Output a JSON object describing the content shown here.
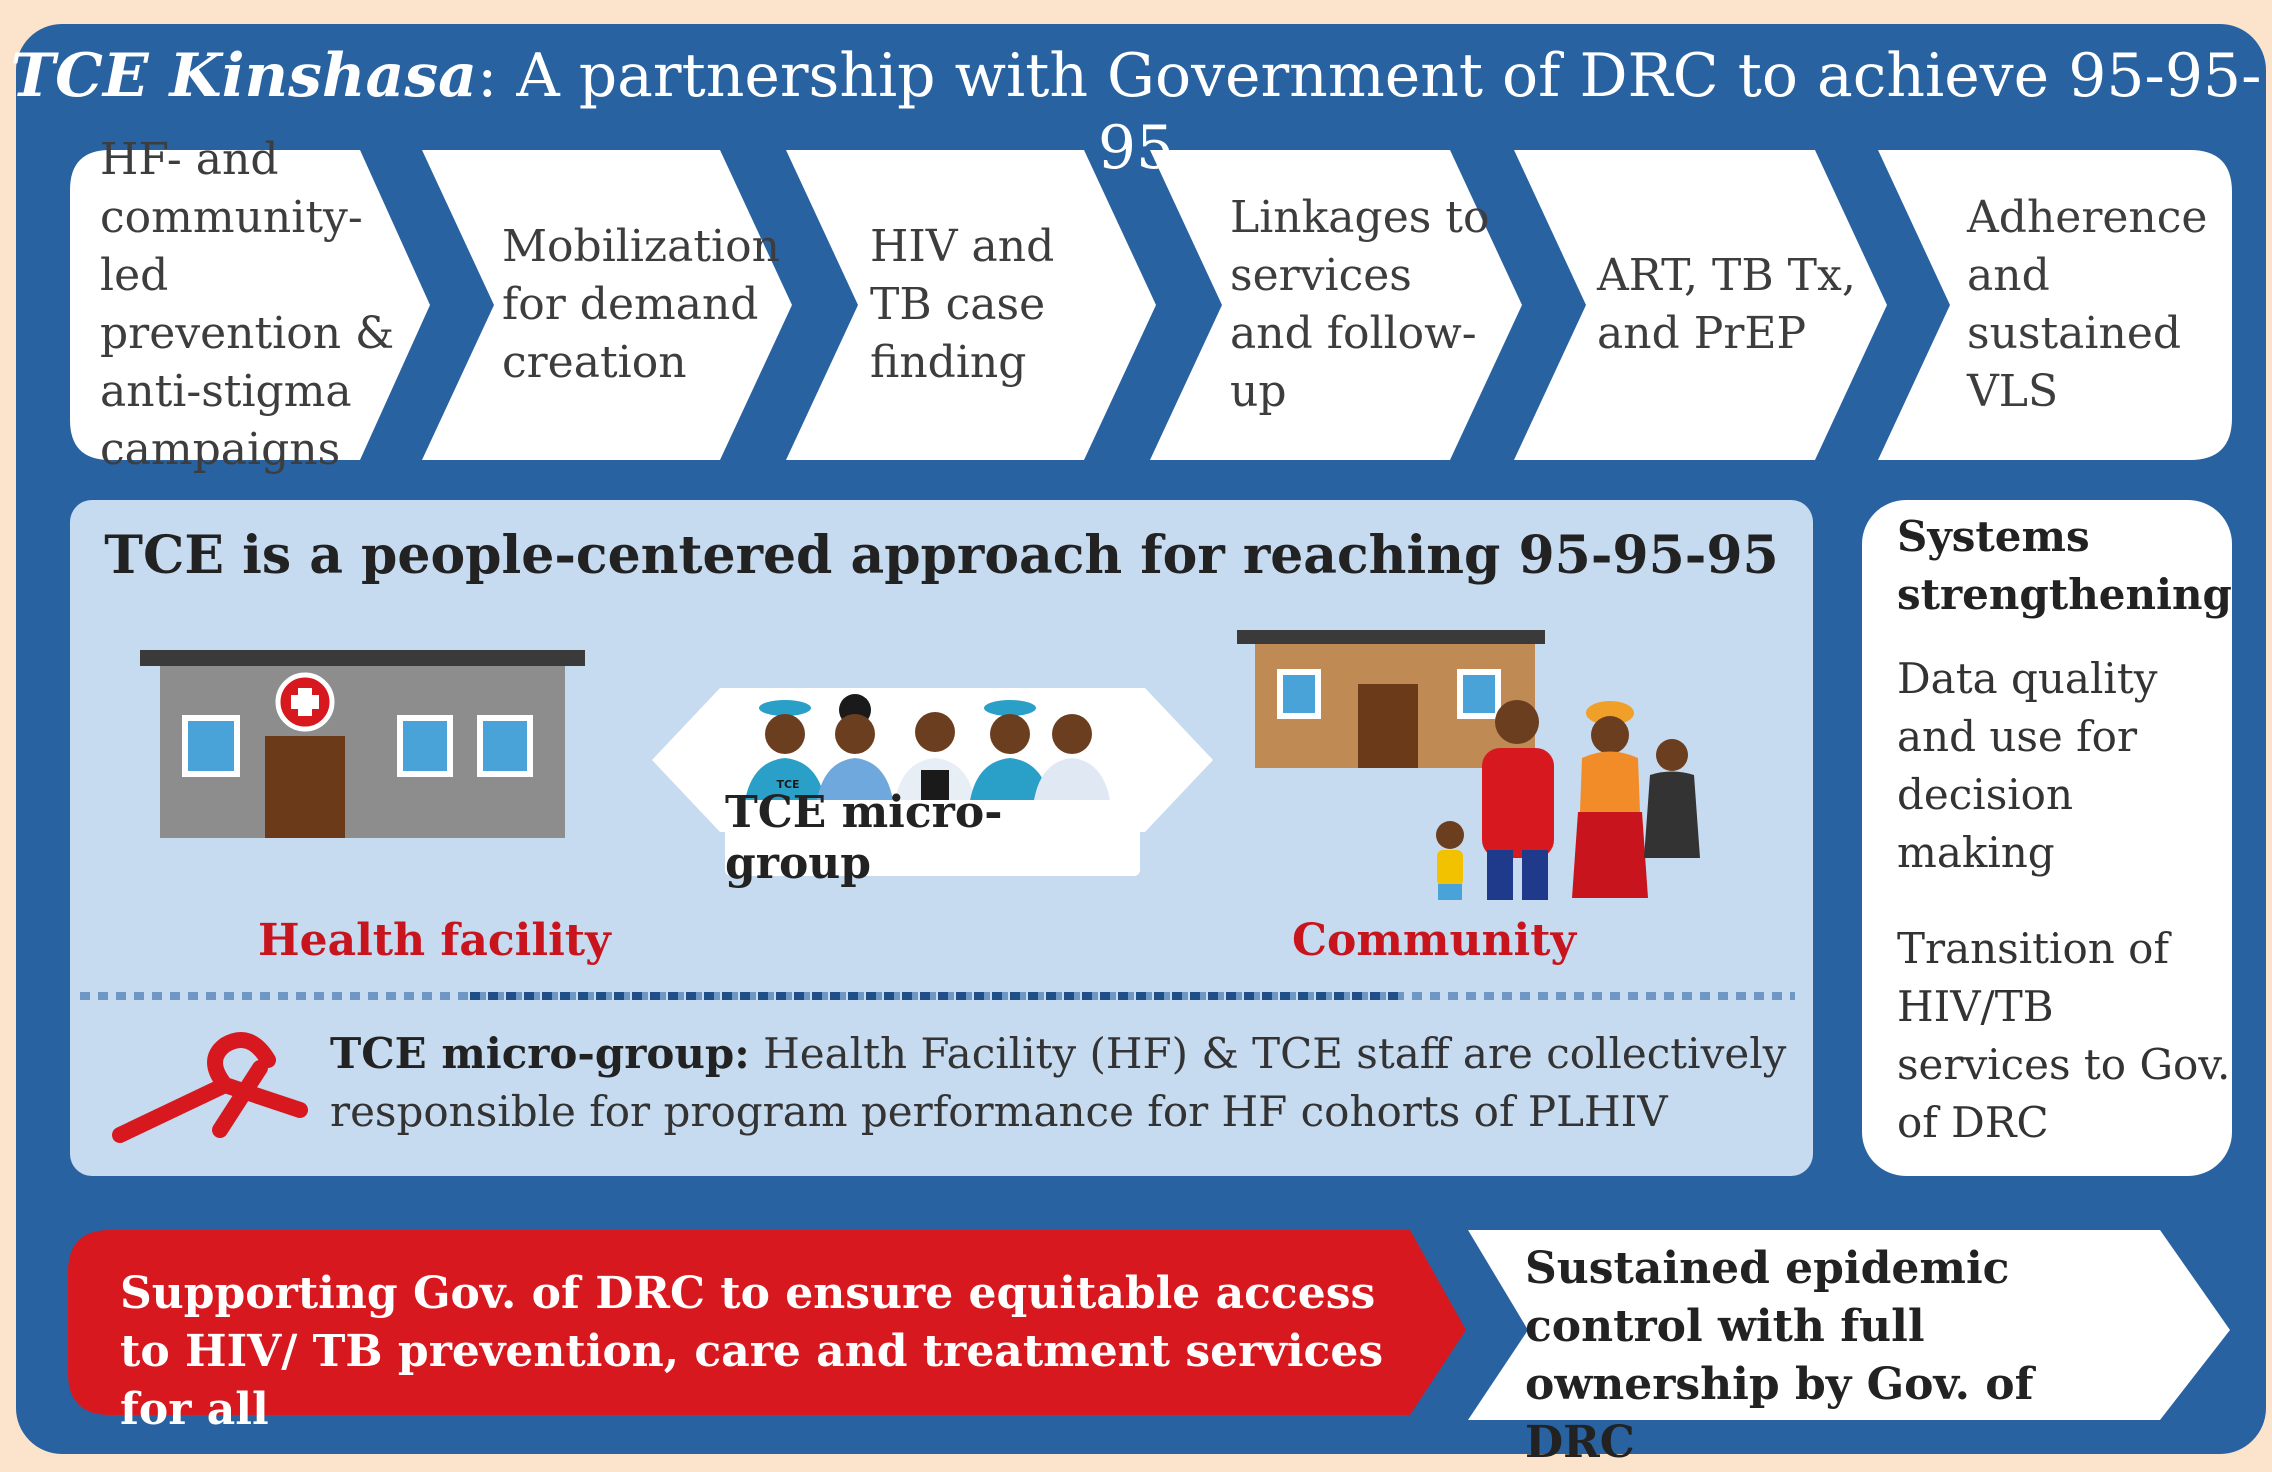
{
  "title": {
    "emph": "TCE Kinshasa",
    "rest": ": A partnership with Government of DRC to achieve 95-95-95"
  },
  "cascade": [
    "HF- and community-led prevention & anti-stigma campaigns",
    "Mobilization for demand creation",
    "HIV and TB case finding",
    "Linkages to services and follow-up",
    "ART, TB Tx, and PrEP",
    "Adherence and sustained VLS"
  ],
  "approach": {
    "title": "TCE is a people-centered approach for reaching 95-95-95",
    "health_facility": "Health facility",
    "micro_group": "TCE micro-group",
    "community": "Community",
    "badge_text": "TCE",
    "note_head": "TCE micro-group:",
    "note_body": " Health Facility (HF) & TCE staff are collectively responsible for program performance for HF cohorts of PLHIV"
  },
  "systems": {
    "title": "Systems strengthening",
    "item1": "Data quality and use for decision making",
    "item2": "Transition of HIV/TB services to Gov. of DRC"
  },
  "bottom": {
    "support": "Supporting Gov. of DRC to ensure equitable access to HIV/ TB prevention, care and treatment services for all",
    "outcome": "Sustained epidemic control with full ownership by Gov. of DRC"
  },
  "colors": {
    "panel_blue": "#2862a0",
    "light_blue": "#c6daf0",
    "accent_red": "#d7191f",
    "background": "#fbe3cc"
  }
}
